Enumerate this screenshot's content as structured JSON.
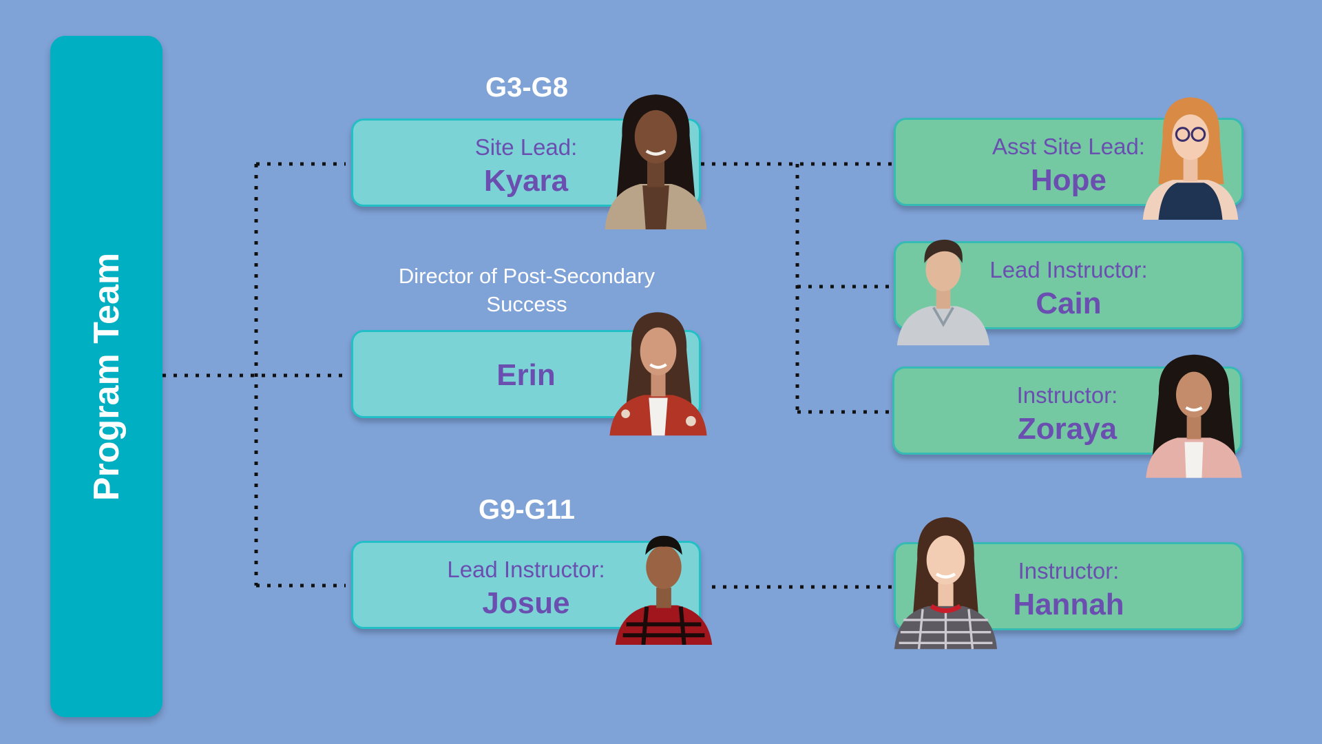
{
  "sidebar": {
    "label": "Program Team",
    "color": "#00b0c2"
  },
  "groups": {
    "g3_g8": "G3-G8",
    "g9_g11": "G9-G11"
  },
  "captions": {
    "director_line1": "Director of Post-Secondary",
    "director_line2": "Success"
  },
  "members": {
    "kyara": {
      "role": "Site Lead:",
      "name": "Kyara"
    },
    "erin": {
      "role": "",
      "name": "Erin"
    },
    "josue": {
      "role": "Lead Instructor:",
      "name": "Josue"
    },
    "hope": {
      "role": "Asst Site Lead:",
      "name": "Hope"
    },
    "cain": {
      "role": "Lead Instructor:",
      "name": "Cain"
    },
    "zoraya": {
      "role": "Instructor:",
      "name": "Zoraya"
    },
    "hannah": {
      "role": "Instructor:",
      "name": "Hannah"
    }
  },
  "colors": {
    "background": "#7fa2d7",
    "teal_card": "#7cd3d6",
    "green_card": "#74c9a3",
    "text_purple": "#6a4fb0",
    "connector": "#111111"
  },
  "icons": [
    "portrait-photo"
  ]
}
